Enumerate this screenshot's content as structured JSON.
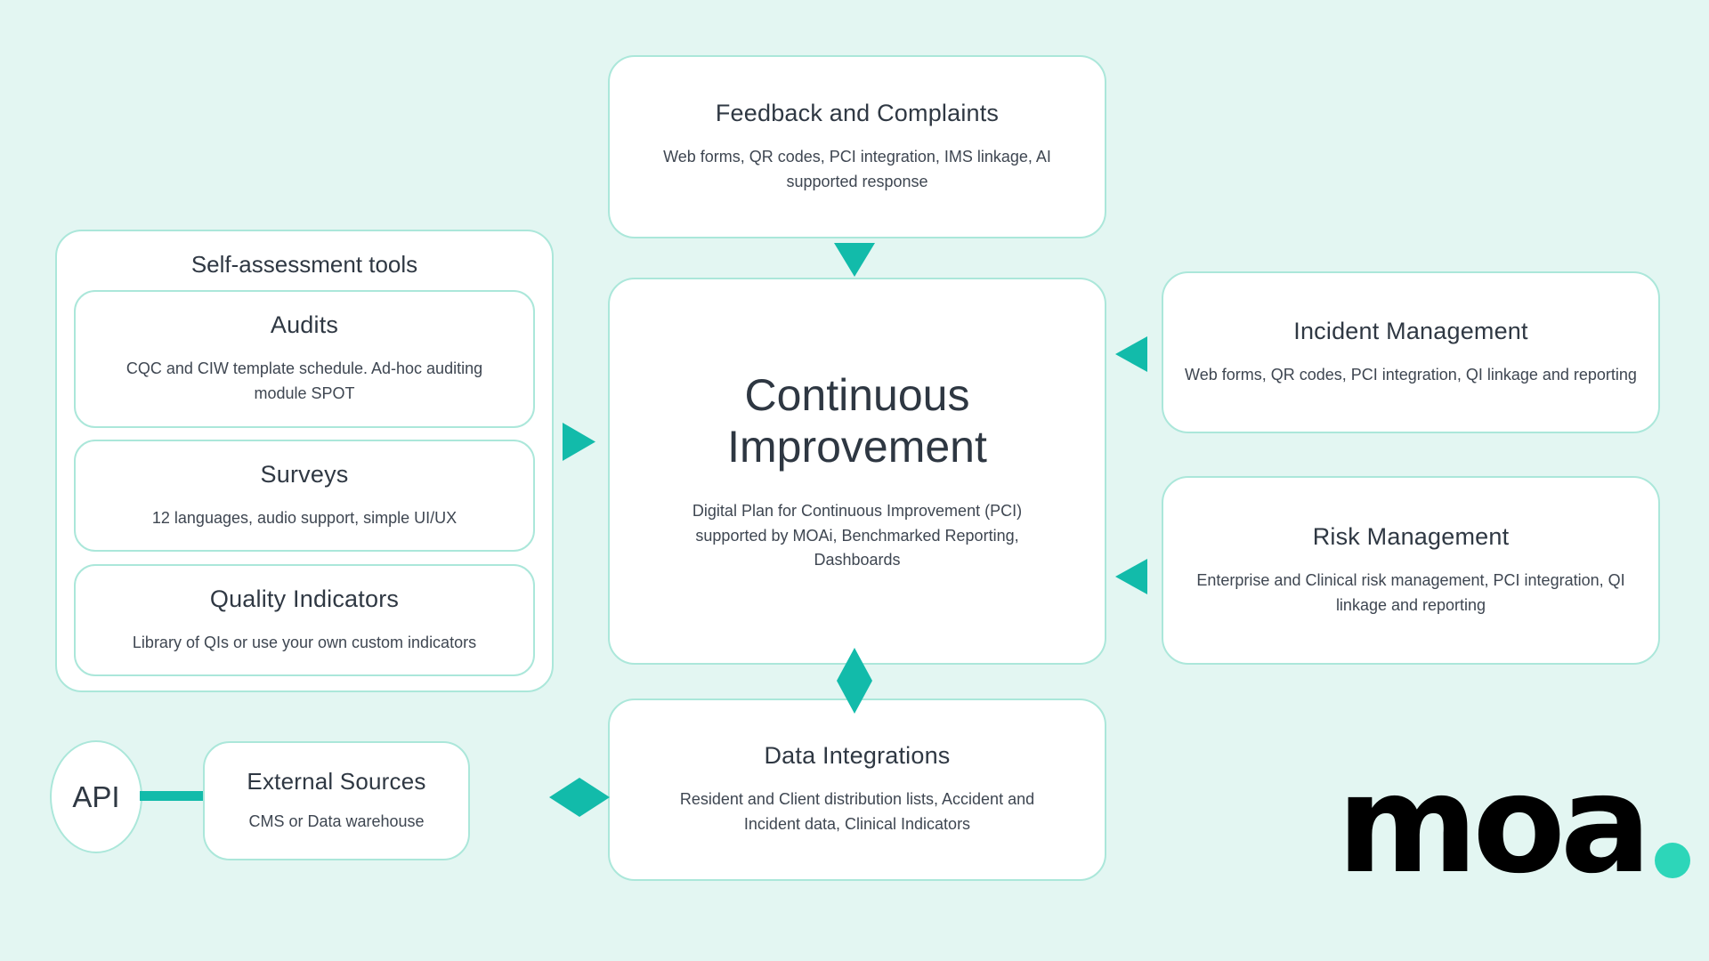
{
  "palette": {
    "background": "#e3f6f2",
    "card_border": "#abe7da",
    "accent_teal": "#12bbaa",
    "logo_dot_teal": "#2dd6b9",
    "title_color": "#2f3843",
    "body_color": "#3e4651"
  },
  "nodes": {
    "feedback": {
      "title": "Feedback and Complaints",
      "desc": "Web forms, QR codes, PCI integration, IMS linkage, AI supported response"
    },
    "self_assessment": {
      "title": "Self-assessment tools",
      "children": [
        {
          "title": "Audits",
          "desc": "CQC and CIW template schedule. Ad-hoc auditing module SPOT"
        },
        {
          "title": "Surveys",
          "desc": "12 languages, audio support, simple UI/UX"
        },
        {
          "title": "Quality Indicators",
          "desc": "Library of QIs or use your own custom indicators"
        }
      ]
    },
    "continuous_improvement": {
      "title": "Continuous Improvement",
      "desc": "Digital Plan for Continuous Improvement (PCI) supported by MOAi, Benchmarked Reporting, Dashboards"
    },
    "incident_management": {
      "title": "Incident Management",
      "desc": "Web forms, QR codes, PCI integration, QI linkage and reporting"
    },
    "risk_management": {
      "title": "Risk Management",
      "desc": "Enterprise and Clinical risk management, PCI integration, QI linkage and reporting"
    },
    "api": {
      "label": "API"
    },
    "external_sources": {
      "title": "External Sources",
      "desc": "CMS or Data warehouse"
    },
    "data_integrations": {
      "title": "Data Integrations",
      "desc": "Resident and Client distribution lists, Accident and Incident data, Clinical Indicators"
    },
    "logo": {
      "text": "moa"
    }
  }
}
